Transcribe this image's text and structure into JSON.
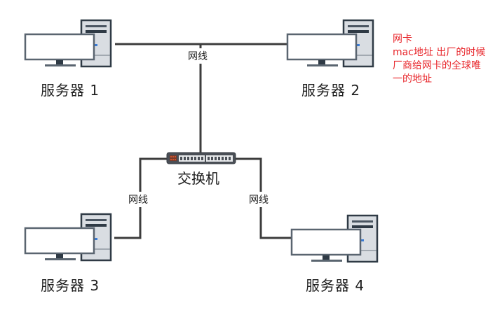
{
  "servers": [
    {
      "label": "服务器 1",
      "icon": "server-computer-icon"
    },
    {
      "label": "服务器 2",
      "icon": "server-computer-icon"
    },
    {
      "label": "服务器 3",
      "icon": "server-computer-icon"
    },
    {
      "label": "服务器 4",
      "icon": "server-computer-icon"
    }
  ],
  "switch": {
    "label": "交换机",
    "icon": "network-switch-icon"
  },
  "cables": [
    {
      "label": "网线"
    },
    {
      "label": "网线"
    },
    {
      "label": "网线"
    }
  ],
  "note": {
    "lines": [
      "网卡",
      "mac地址 出厂的时候",
      "厂商给网卡的全球唯",
      "一的地址"
    ],
    "color": "#e8262b"
  },
  "colors": {
    "line": "#3c3c3c",
    "tower": "#d9dde2",
    "frame": "#2f3a45",
    "led": "#3a7bd5"
  }
}
